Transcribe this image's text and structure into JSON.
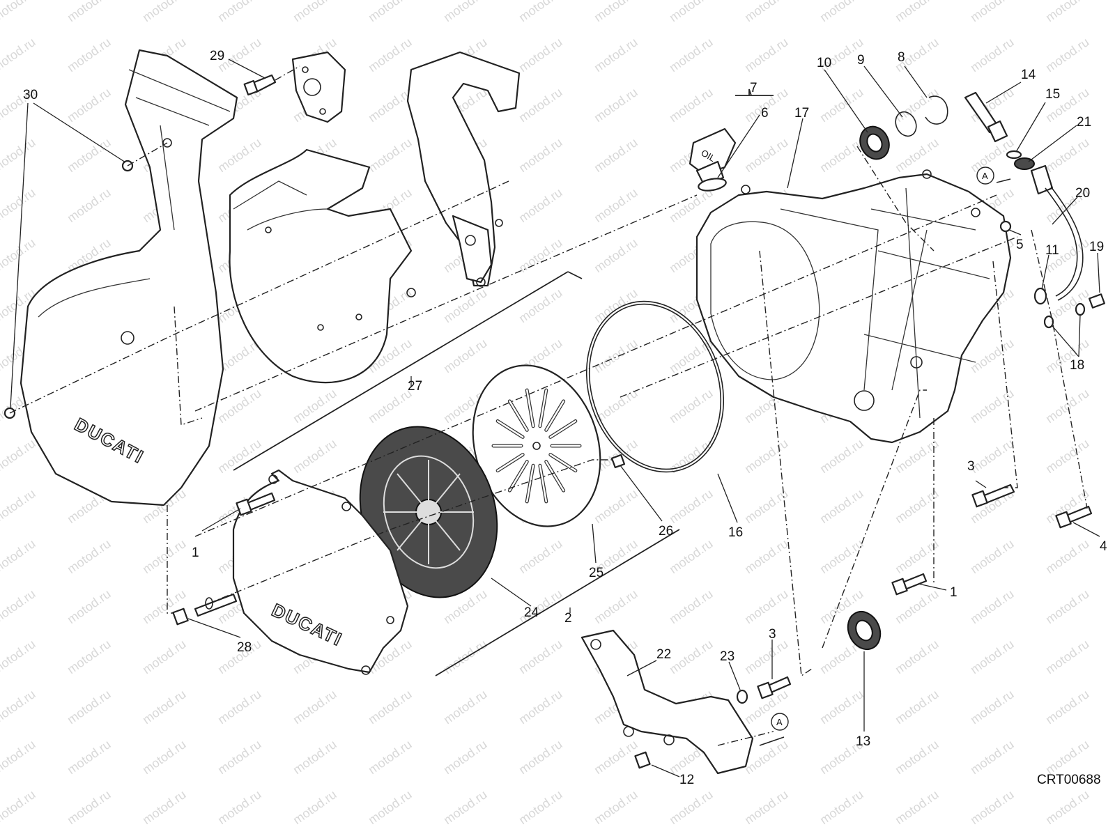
{
  "watermark": "motod.ru",
  "drawing_code": "CRT00688",
  "brand": "DUCATI",
  "cap_text": "OIL",
  "reference_marker": "A",
  "callouts": [
    {
      "label": "30"
    },
    {
      "label": "29"
    },
    {
      "label": "10"
    },
    {
      "label": "9"
    },
    {
      "label": "8"
    },
    {
      "label": "14"
    },
    {
      "label": "15"
    },
    {
      "label": "21"
    },
    {
      "label": "7"
    },
    {
      "label": "6"
    },
    {
      "label": "17"
    },
    {
      "label": "20"
    },
    {
      "label": "5"
    },
    {
      "label": "11"
    },
    {
      "label": "19"
    },
    {
      "label": "18"
    },
    {
      "label": "27"
    },
    {
      "label": "16"
    },
    {
      "label": "26"
    },
    {
      "label": "25"
    },
    {
      "label": "24"
    },
    {
      "label": "2"
    },
    {
      "label": "1"
    },
    {
      "label": "28"
    },
    {
      "label": "3"
    },
    {
      "label": "4"
    },
    {
      "label": "1"
    },
    {
      "label": "22"
    },
    {
      "label": "23"
    },
    {
      "label": "3"
    },
    {
      "label": "13"
    },
    {
      "label": "12"
    }
  ]
}
